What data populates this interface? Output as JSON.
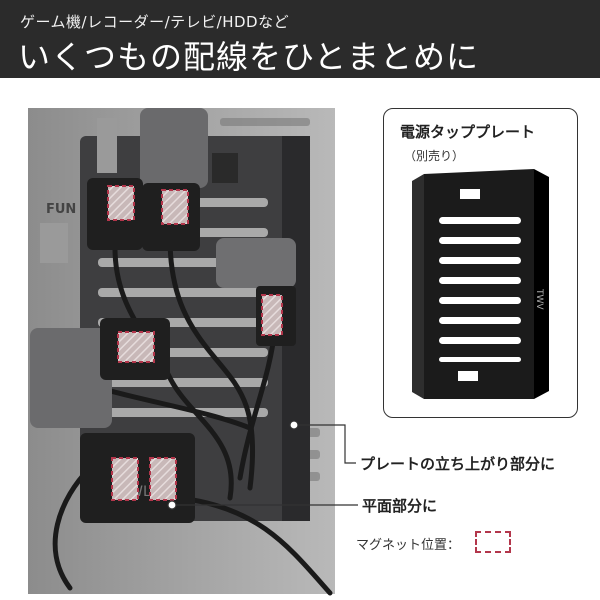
{
  "header": {
    "subtitle": "ゲーム機/レコーダー/テレビ/HDDなど",
    "title": "いくつもの配線をひとまとめに"
  },
  "product": {
    "name": "電源タッププレート",
    "note": "（別売り）",
    "logo": "TWV"
  },
  "callouts": {
    "raised": "プレートの立ち上がり部分に",
    "flat": "平面部分に"
  },
  "legend": {
    "label": "マグネット位置：",
    "swatch_color": "#b3364b"
  },
  "photo": {
    "tv_brand_fragment": "FUN",
    "device_logo": "ΓWLL"
  }
}
